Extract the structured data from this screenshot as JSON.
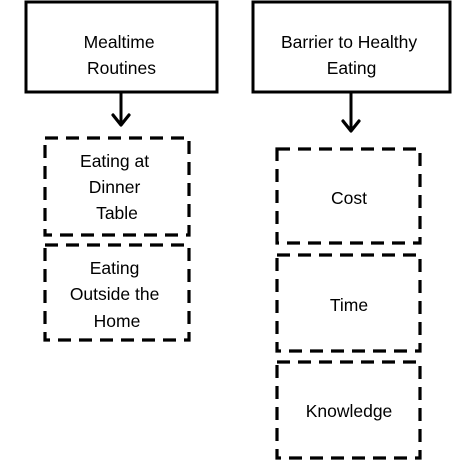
{
  "left_column": {
    "header": [
      "Mealtime",
      "Routines"
    ],
    "items": [
      [
        "Eating at",
        "Dinner",
        "Table"
      ],
      [
        "Eating",
        "Outside the",
        "Home"
      ]
    ]
  },
  "right_column": {
    "header": [
      "Barrier to Healthy",
      "Eating"
    ],
    "items": [
      [
        "Cost"
      ],
      [
        "Time"
      ],
      [
        "Knowledge"
      ]
    ]
  }
}
